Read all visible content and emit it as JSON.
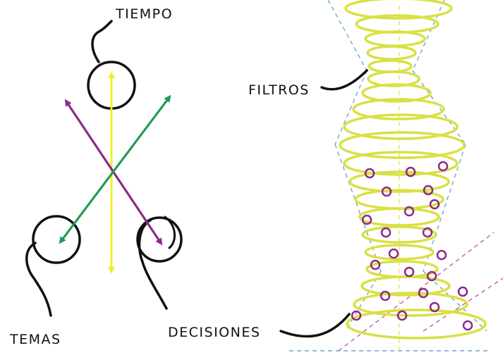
{
  "labels": {
    "tiempo": "TIEMPO",
    "temas": "TEMAS",
    "decisiones": "DECISIONES",
    "filtros": "FILTROS"
  },
  "colors": {
    "ink": "#111111",
    "yellow": "#f2ee2a",
    "yellow_spiral": "#d9e043",
    "purple": "#8a2a8c",
    "green": "#1f9a55",
    "dash_blue": "#6aa9c8",
    "dash_pink": "#c95aa6"
  }
}
